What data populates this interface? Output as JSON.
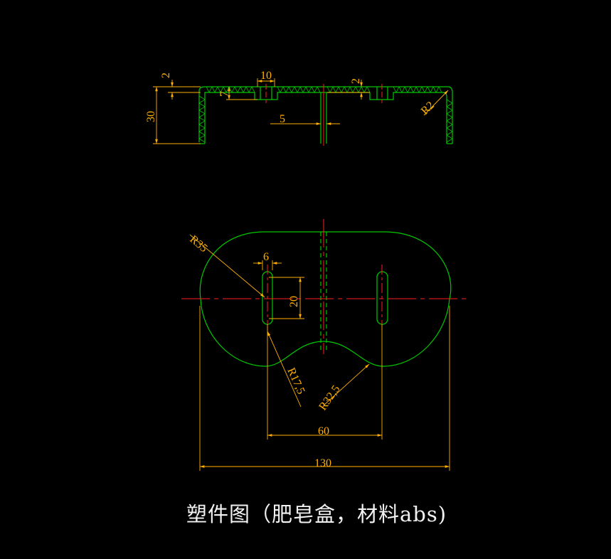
{
  "title": "塑件图（肥皂盒，材料abs)",
  "colors": {
    "background": "#000000",
    "outline": "#00c800",
    "dimension": "#ffb000",
    "centerline": "#ff2020",
    "caption": "#f2f2f2"
  },
  "side_view": {
    "dimensions": {
      "top_thickness": "2",
      "boss_width": "10",
      "rib_depth": "7",
      "right_thickness": "2",
      "height": "30",
      "gap": "5",
      "corner_radius": "R2"
    }
  },
  "top_view": {
    "dimensions": {
      "outer_radius": "R35",
      "slot_width": "6",
      "slot_length": "20",
      "notch_radius_small": "R17,5",
      "notch_radius_large": "R32,5",
      "hole_spacing": "60",
      "overall_width": "130"
    }
  }
}
